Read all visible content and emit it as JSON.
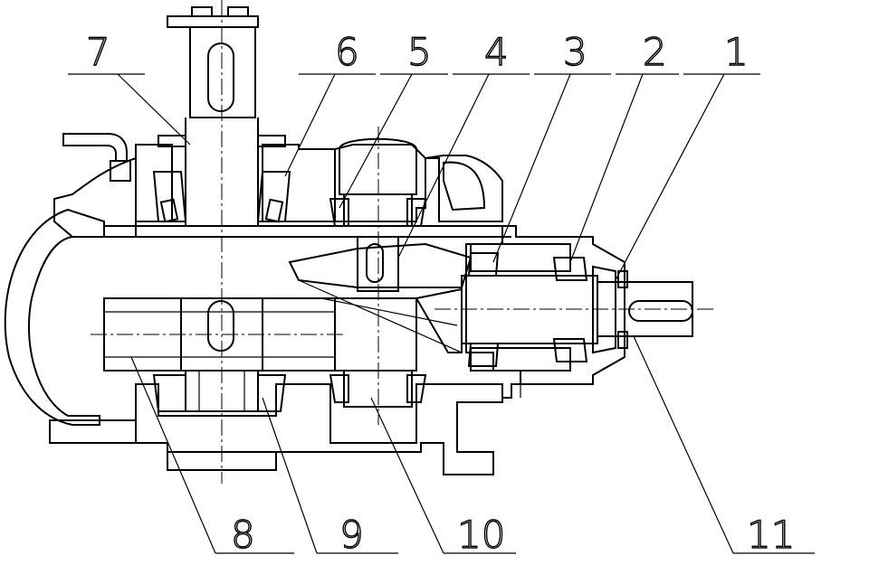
{
  "diagram": {
    "callouts": [
      {
        "id": "1",
        "text": "1"
      },
      {
        "id": "2",
        "text": "2"
      },
      {
        "id": "3",
        "text": "3"
      },
      {
        "id": "4",
        "text": "4"
      },
      {
        "id": "5",
        "text": "5"
      },
      {
        "id": "6",
        "text": "6"
      },
      {
        "id": "7",
        "text": "7"
      },
      {
        "id": "8",
        "text": "8"
      },
      {
        "id": "9",
        "text": "9"
      },
      {
        "id": "10",
        "text": "10"
      },
      {
        "id": "11",
        "text": "11"
      }
    ],
    "colors": {
      "line": "#000000",
      "background": "#ffffff"
    }
  }
}
